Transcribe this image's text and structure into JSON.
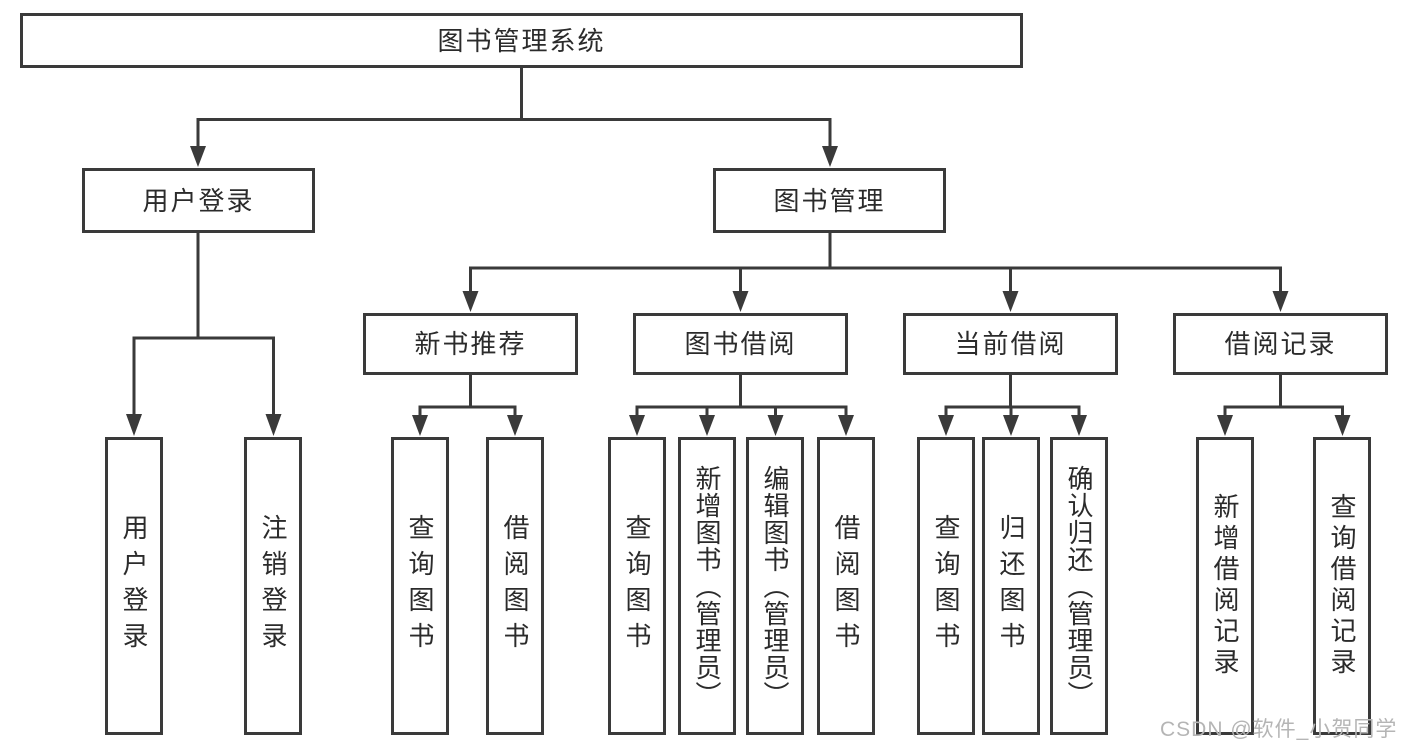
{
  "nodes": {
    "root": "图书管理系统",
    "user_login": "用户登录",
    "book_mgmt": "图书管理",
    "new_books": "新书推荐",
    "book_borrow": "图书借阅",
    "current_borrow": "当前借阅",
    "borrow_records": "借阅记录",
    "leaves": {
      "login": [
        "用户登录",
        "注销登录"
      ],
      "new_books": [
        "查询图书",
        "借阅图书"
      ],
      "book_borrow": [
        "查询图书",
        "新增图书（管理员）",
        "编辑图书（管理员）",
        "借阅图书"
      ],
      "current_borrow": [
        "查询图书",
        "归还图书",
        "确认归还（管理员）"
      ],
      "borrow_records": [
        "新增借阅记录",
        "查询借阅记录"
      ]
    }
  },
  "watermark": "CSDN @软件_小贺同学",
  "colors": {
    "line": "#3a3a3a",
    "text": "#2b2b2b",
    "watermark": "#b5b5b5",
    "background": "#ffffff"
  }
}
